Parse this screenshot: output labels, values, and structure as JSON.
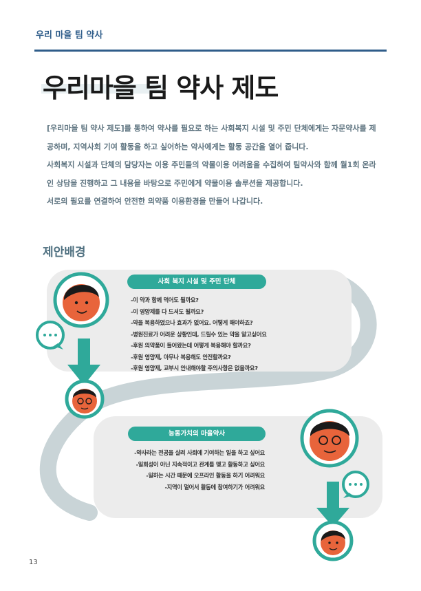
{
  "header": {
    "label": "우리 마을 팀 약사"
  },
  "title": "우리마을 팀 약사 제도",
  "intro": [
    "[우리마을 팀 약사 제도]를 통하여 약사를 필요로 하는 사회복지 시설 및 주민 단체에게는 자문약사를 제",
    "공하며, 지역사회 기여 활동을 하고 싶어하는 약사에게는 활동 공간을 열어 줍니다.",
    "사회복지 시설과 단체의 담당자는 이용 주민들의 약물이용 어려움을 수집하여 팀약사와 함께 월1회 온라",
    "인 상담을 진행하고 그 내용을 바탕으로 주민에게 약물이용 솔루션을 제공합니다.",
    "서로의 필요를 연결하여 안전한 의약품 이용환경을 만들어 나갑니다."
  ],
  "section_title": "제안배경",
  "box1": {
    "heading": "사회 복지 시설 및 주민 단체",
    "items": [
      "-이 약과 함께 먹어도 될까요?",
      "-이 영양제를 다 드셔도 될까요?",
      "-약을 복용하였으나 효과가 없어요. 어떻게 해야하죠?",
      "-병원진료가 어려운 상황인데, 드릴수 있는 약을 알고싶어요",
      "-후원 의약품이 들어왔는데 어떻게 복용해야 할까요?",
      "-후원 영양제, 아무나 복용해도 안전할까요?",
      "-후원 영양제, 교부시 안내해야할 주의사항은 없을까요?"
    ]
  },
  "box2": {
    "heading": "능동가치의 마을약사",
    "items": [
      "-약사라는 전공을 살려 사회에 기여하는 일을 하고 싶어요",
      "-일회성이 아닌 지속적이고 관계를 맺고 활동하고 싶어요",
      "-일하는 시간 때문에 오프라인 활동을 하기 어려워요",
      "-지역이 멀어서 활동에 참여하기가 어려워요"
    ]
  },
  "icons": [
    "woman-avatar",
    "man-glasses-avatar",
    "speech-bubble",
    "down-arrow"
  ],
  "colors": {
    "accent": "#2f5d8a",
    "teal": "#2fa99a",
    "road": "#c9d4d7",
    "box": "#ececec",
    "avatar_face": "#e8643b"
  },
  "page_number": "13"
}
